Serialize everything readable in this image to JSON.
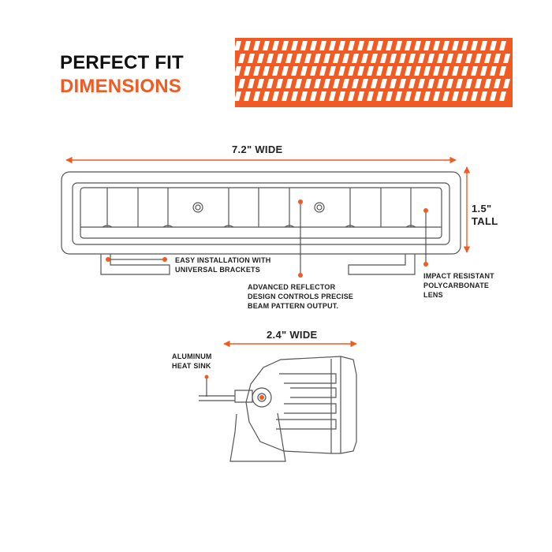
{
  "header": {
    "line1": "PERFECT FIT",
    "line2": "DIMENSIONS"
  },
  "dimensions": {
    "width_front": "7.2\" WIDE",
    "height_line1": "1.5\"",
    "height_line2": "TALL",
    "width_side": "2.4\" WIDE"
  },
  "callouts": {
    "brackets_line1": "EASY INSTALLATION WITH",
    "brackets_line2": "UNIVERSAL BRACKETS",
    "reflector_line1": "ADVANCED REFLECTOR",
    "reflector_line2": "DESIGN CONTROLS PRECISE",
    "reflector_line3": "BEAM PATTERN OUTPUT.",
    "lens_line1": "IMPACT RESISTANT",
    "lens_line2": "POLYCARBONATE",
    "lens_line3": "LENS",
    "heatsink_line1": "ALUMINUM",
    "heatsink_line2": "HEAT SINK"
  },
  "colors": {
    "accent": "#f15a22",
    "outline": "#555555",
    "text": "#222222"
  }
}
